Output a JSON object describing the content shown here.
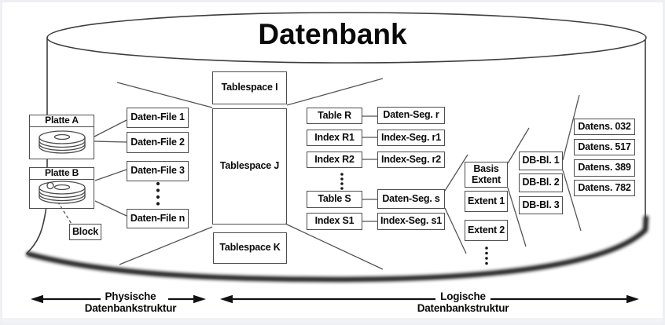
{
  "title": "Datenbank",
  "physical": {
    "disk_a": "Platte A",
    "disk_b": "Platte B",
    "block": "Block",
    "files": [
      "Daten-File 1",
      "Daten-File 2",
      "Daten-File 3",
      "Daten-File n"
    ]
  },
  "logical": {
    "tablespaces": [
      "Tablespace I",
      "Tablespace J",
      "Tablespace K"
    ],
    "tables": [
      "Table R",
      "Index R1",
      "Index R2",
      "Table S",
      "Index S1"
    ],
    "segments": [
      "Daten-Seg. r",
      "Index-Seg. r1",
      "Index-Seg. r2",
      "Daten-Seg. s",
      "Index-Seg. s1"
    ],
    "extents": [
      "Basis Extent",
      "Extent 1",
      "Extent 2"
    ],
    "db_blocks": [
      "DB-Bl. 1",
      "DB-Bl. 2",
      "DB-Bl. 3"
    ],
    "records": [
      "Datens. 032",
      "Datens. 517",
      "Datens. 389",
      "Datens. 782"
    ]
  },
  "legend": {
    "physical_line1": "Physische",
    "physical_line2": "Datenbankstruktur",
    "logical_line1": "Logische",
    "logical_line2": "Datenbankstruktur"
  },
  "colors": {
    "outline": "#3d3d3d",
    "box_border": "#4d4d4d",
    "connector": "#555555",
    "text": "#0a0a0a",
    "background": "#ffffff"
  }
}
